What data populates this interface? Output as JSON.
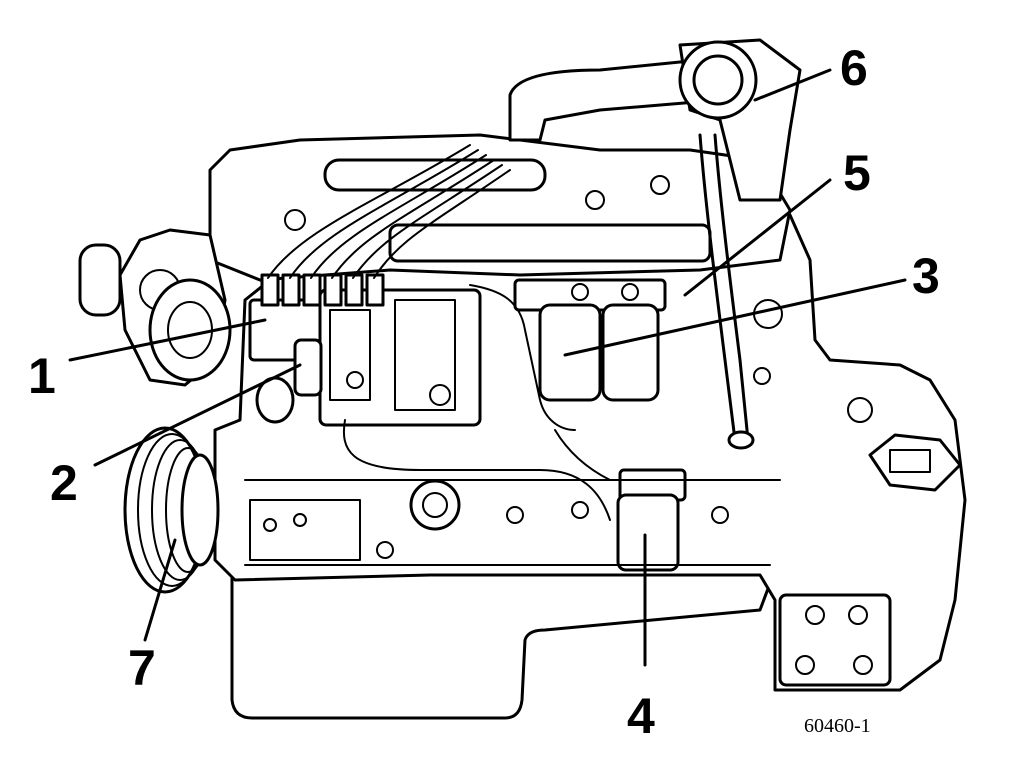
{
  "callouts": [
    {
      "id": "1",
      "label": "1"
    },
    {
      "id": "2",
      "label": "2"
    },
    {
      "id": "3",
      "label": "3"
    },
    {
      "id": "4",
      "label": "4"
    },
    {
      "id": "5",
      "label": "5"
    },
    {
      "id": "6",
      "label": "6"
    },
    {
      "id": "7",
      "label": "7"
    }
  ],
  "figure_ref": "60460-1",
  "colors": {
    "ink": "#000000",
    "paper": "#ffffff"
  }
}
